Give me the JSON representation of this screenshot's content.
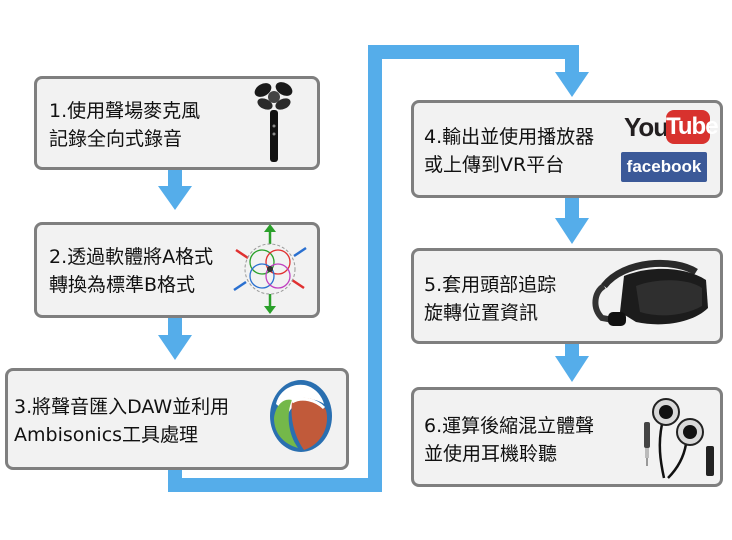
{
  "steps": [
    {
      "id": 1,
      "lines": [
        "1.使用聲場麥克風",
        "記錄全向式錄音"
      ]
    },
    {
      "id": 2,
      "lines": [
        "2.透過軟體將A格式",
        "轉換為標準B格式"
      ]
    },
    {
      "id": 3,
      "lines": [
        "3.將聲音匯入DAW並利用",
        "Ambisonics工具處理"
      ]
    },
    {
      "id": 4,
      "lines": [
        "4.輸出並使用播放器",
        "或上傳到VR平台"
      ]
    },
    {
      "id": 5,
      "lines": [
        "5.套用頭部追踪",
        "旋轉位置資訊"
      ]
    },
    {
      "id": 6,
      "lines": [
        "6.運算後縮混立體聲",
        "並使用耳機聆聽"
      ]
    }
  ],
  "logos": {
    "youtube_you": "You",
    "youtube_tube": "Tube",
    "facebook": "facebook"
  },
  "icons": [
    "ambisonic-microphone-icon",
    "ambisonic-format-diagram-icon",
    "reaper-daw-logo-icon",
    "vr-headset-icon",
    "earphones-icon"
  ],
  "colors": {
    "arrow": "#55adea",
    "box_fill": "#f2f2f2",
    "box_border": "#7f7f7f",
    "youtube_red": "#d8322e",
    "facebook_blue": "#3b5998"
  }
}
